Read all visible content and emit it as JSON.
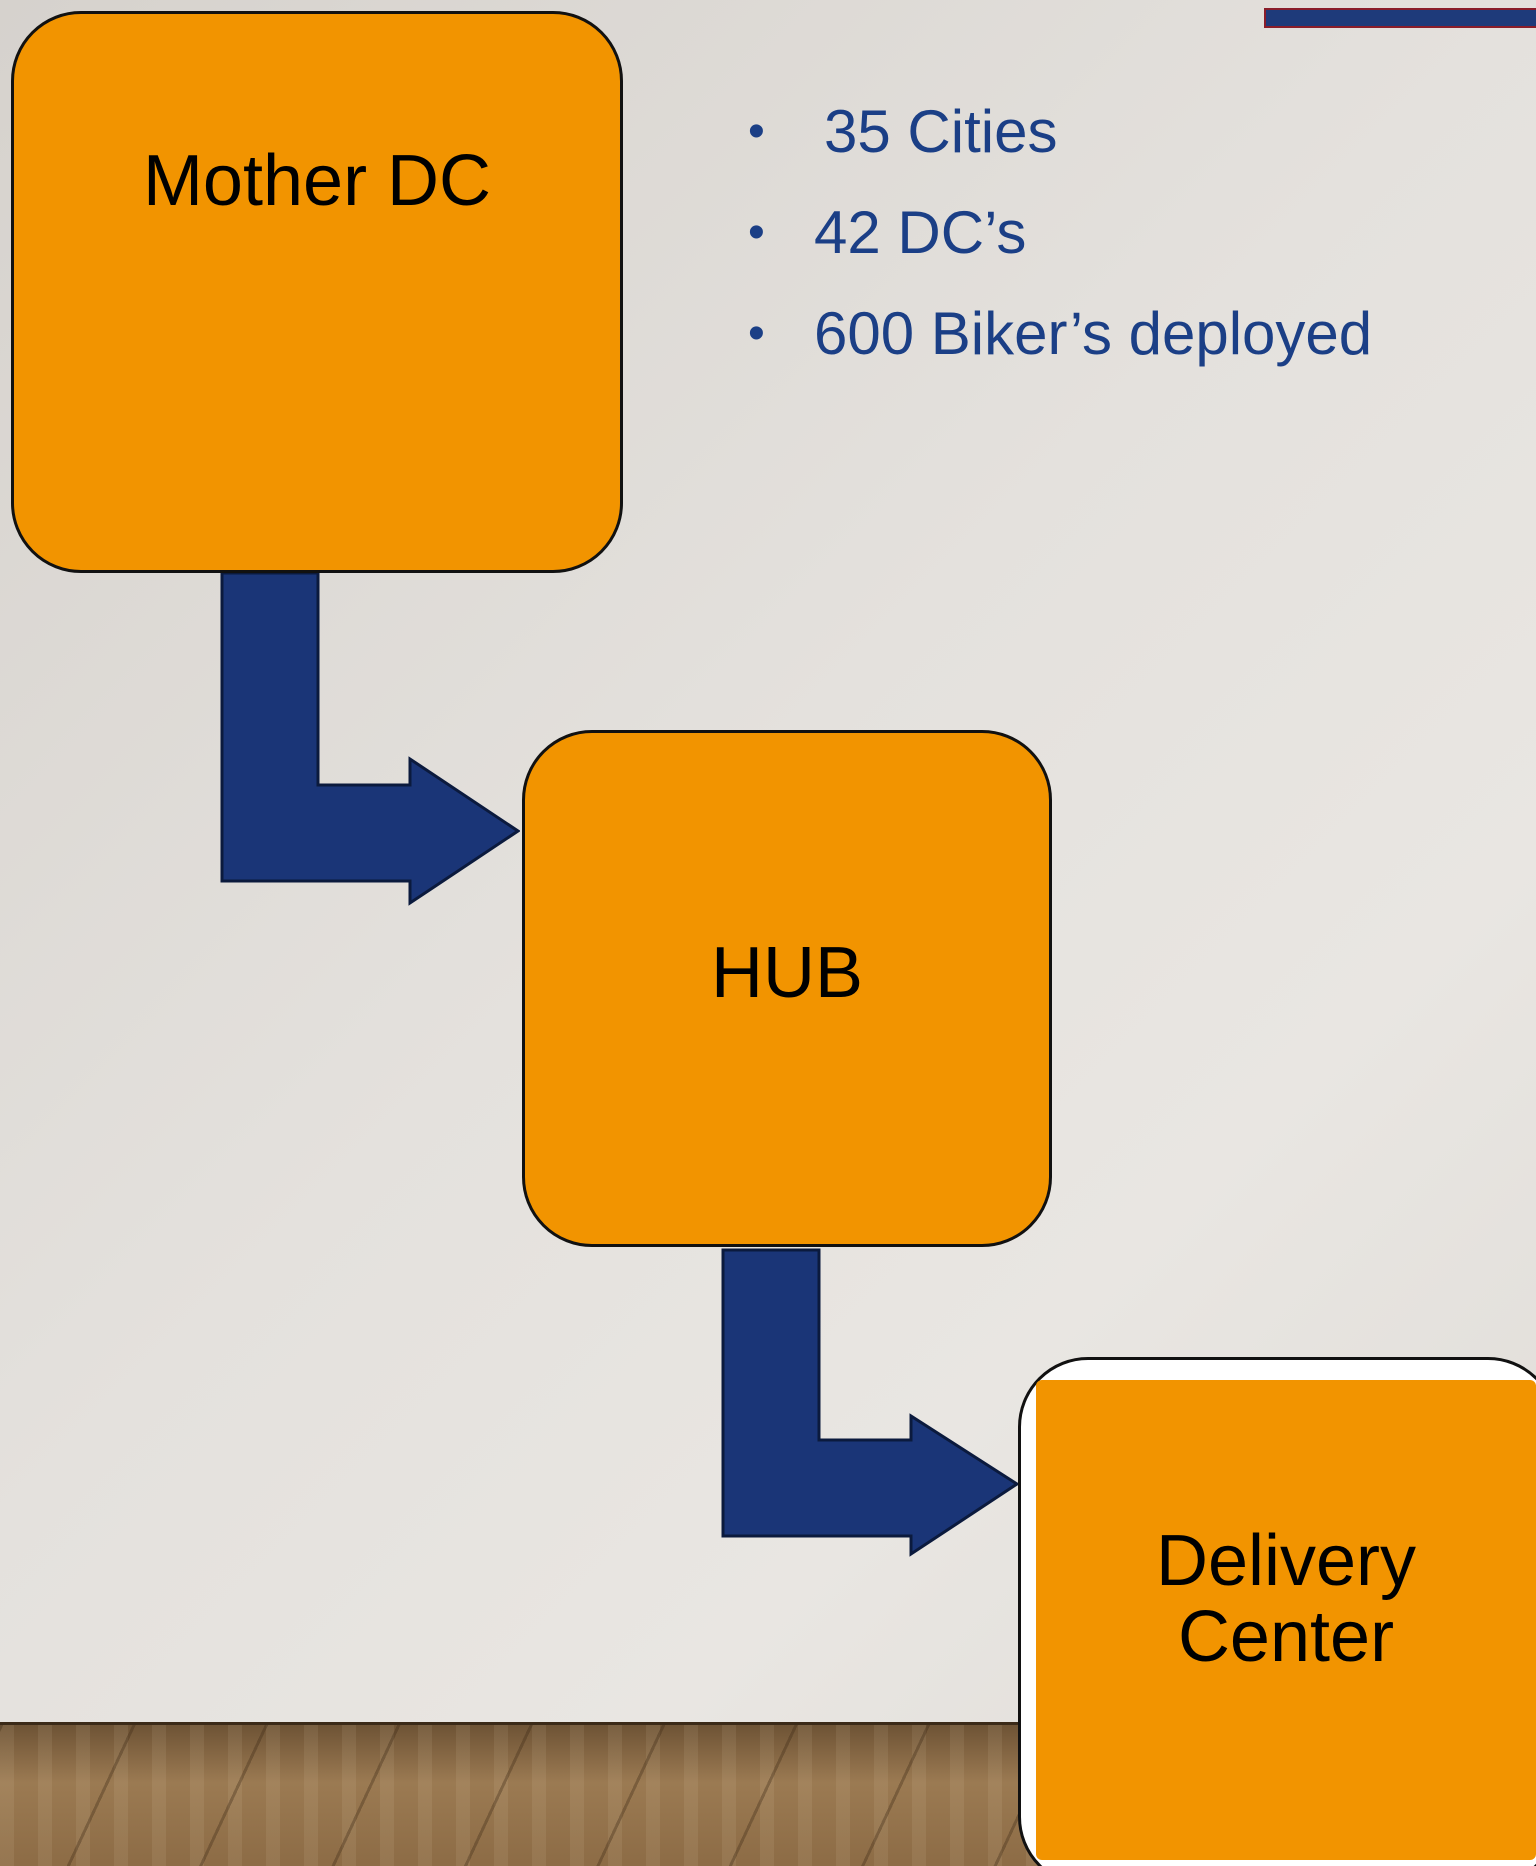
{
  "nodes": {
    "mother_dc": "Mother DC",
    "hub": "HUB",
    "delivery_center": "Delivery\nCenter"
  },
  "stats": {
    "bullet_glyph": "•",
    "items": [
      "35 Cities",
      "42 DC’s",
      "600 Biker’s deployed"
    ]
  },
  "colors": {
    "box_fill": "#f29400",
    "arrow_fill": "#1a3577",
    "text_blue": "#1b3f86",
    "accent_bar": "#1e3a7a"
  }
}
